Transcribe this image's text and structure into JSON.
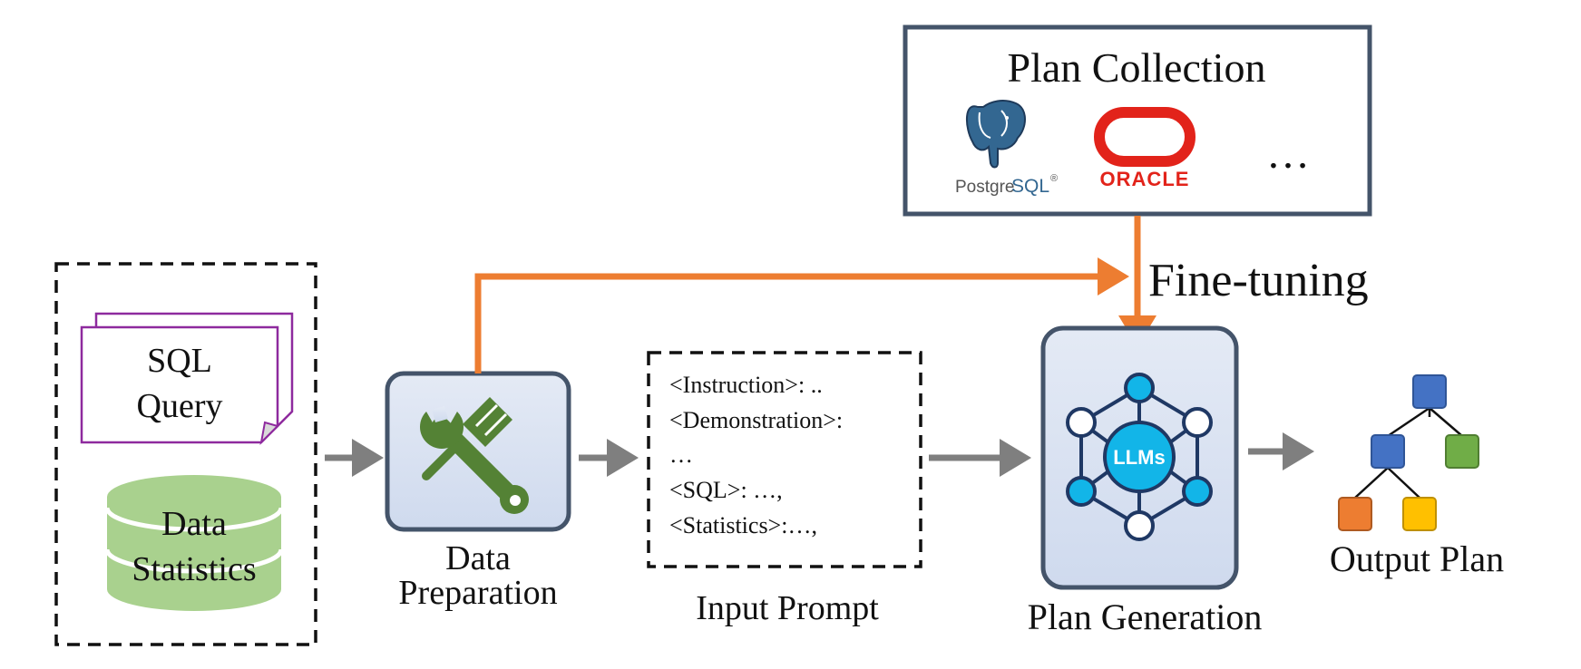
{
  "input": {
    "sql_query_label_line1": "SQL",
    "sql_query_label_line2": "Query",
    "data_statistics_line1": "Data",
    "data_statistics_line2": "Statistics"
  },
  "data_preparation": {
    "label_line1": "Data",
    "label_line2": "Preparation"
  },
  "input_prompt": {
    "lines": [
      "<Instruction>: ..",
      "<Demonstration>:",
      "…",
      "<SQL>: …,",
      "<Statistics>:…,"
    ],
    "label": "Input Prompt"
  },
  "plan_collection": {
    "title": "Plan Collection",
    "postgres_logo_text_a": "Postgre",
    "postgres_logo_text_b": "SQL",
    "postgres_logo_mark": "®",
    "oracle_logo_text": "ORACLE",
    "more": "…"
  },
  "fine_tuning": {
    "label": "Fine-tuning"
  },
  "plan_generation": {
    "llm_badge": "LLMs",
    "label": "Plan Generation"
  },
  "output_plan": {
    "label": "Output Plan"
  },
  "colors": {
    "orange": "#ED7D31",
    "gray_arrow": "#7F7F7F",
    "box_border": "#44546A",
    "box_fill": "#D9E2F3",
    "purple": "#8E2A9E",
    "green": "#A9D18E",
    "wrench_green": "#548235",
    "llm_cyan": "#12B5E8",
    "tree_blue": "#4472C4",
    "tree_green": "#70AD47",
    "tree_orange": "#ED7D31",
    "tree_yellow": "#FFC000",
    "oracle_red": "#E2231A",
    "postgres_blue": "#336791"
  }
}
